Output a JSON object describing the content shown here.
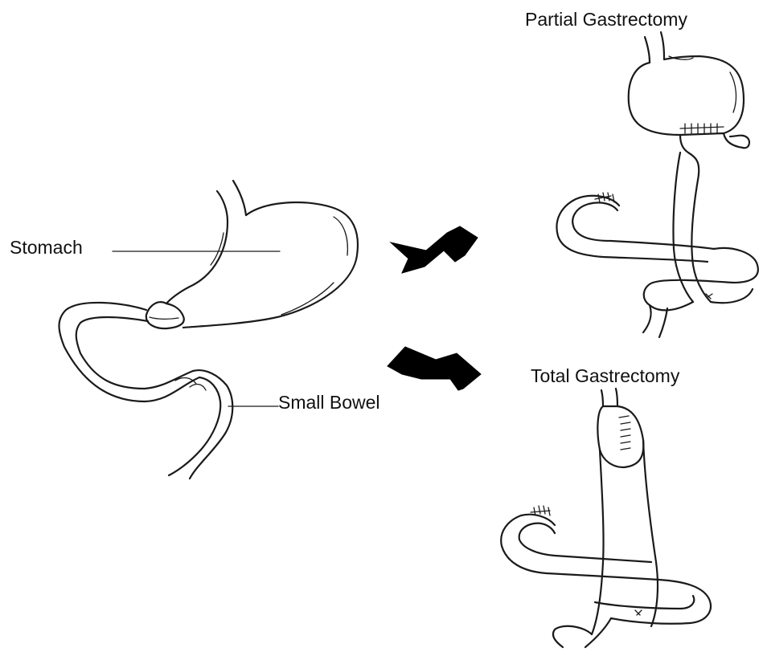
{
  "labels": {
    "stomach": "Stomach",
    "small_bowel": "Small Bowel",
    "partial": "Partial Gastrectomy",
    "total": "Total Gastrectomy"
  },
  "colors": {
    "line": "#1a1a1a",
    "arrow": "#000000",
    "background": "#ffffff"
  }
}
